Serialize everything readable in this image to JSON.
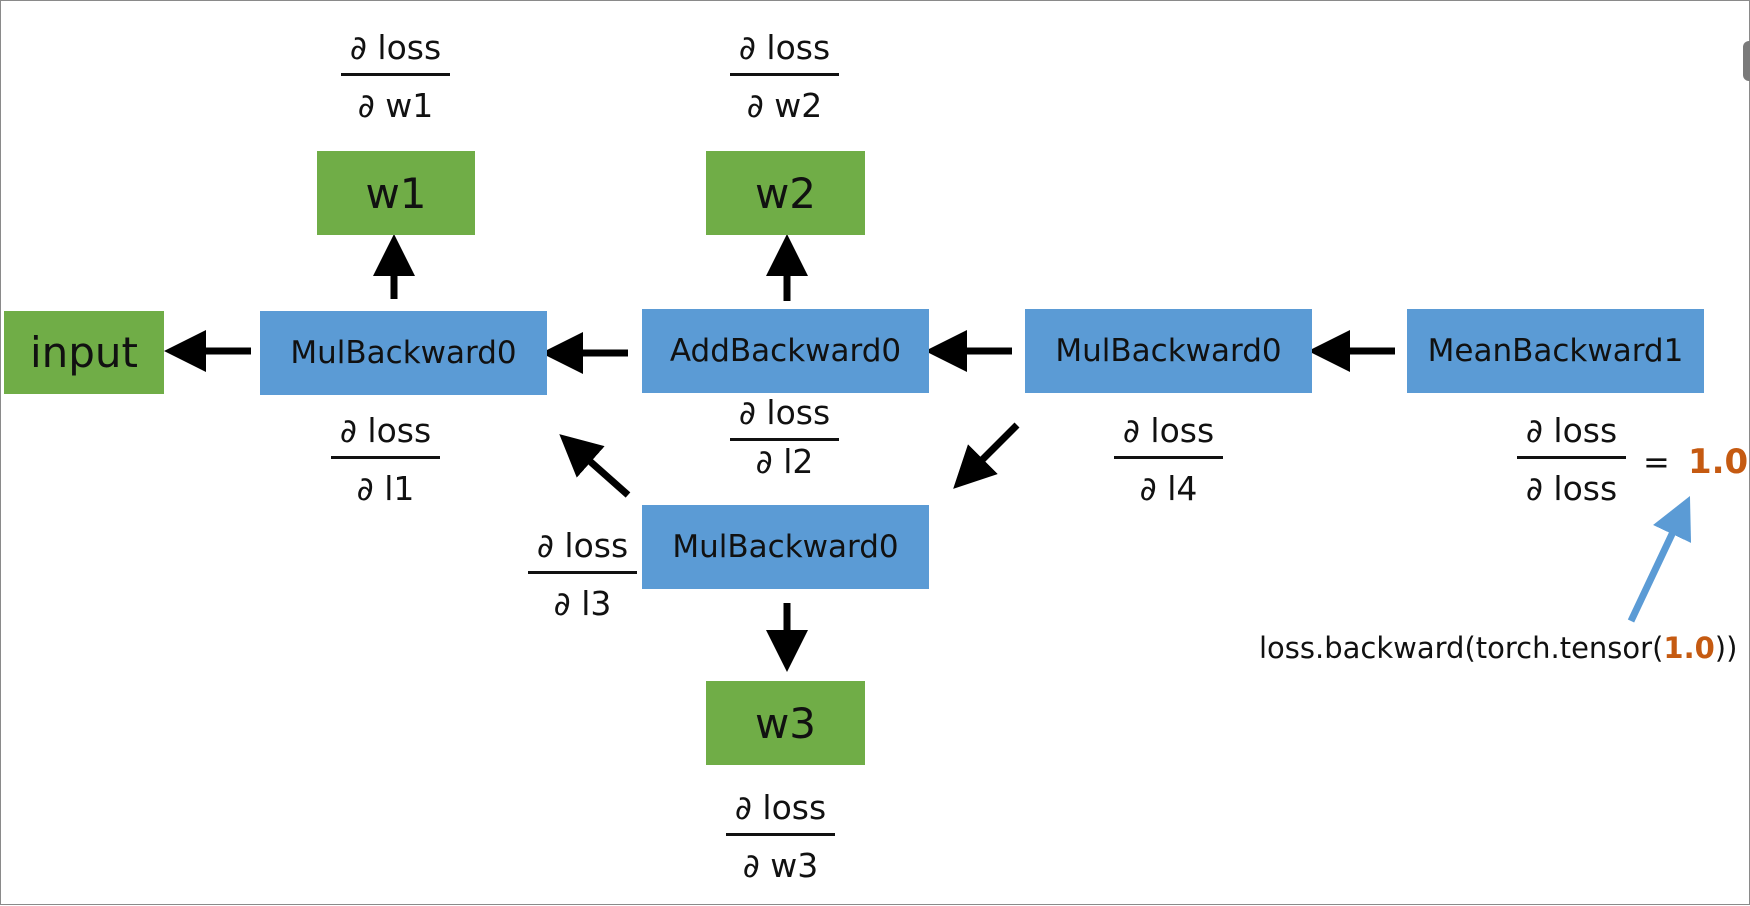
{
  "nodes": {
    "input": "input",
    "w1": "w1",
    "w2": "w2",
    "w3": "w3",
    "mul_backward_l1": "MulBackward0",
    "add_backward": "AddBackward0",
    "mul_backward_l4": "MulBackward0",
    "mean_backward": "MeanBackward1",
    "mul_backward_l3": "MulBackward0"
  },
  "gradients": {
    "w1": {
      "num": "∂ loss",
      "den": "∂ w1"
    },
    "w2": {
      "num": "∂ loss",
      "den": "∂ w2"
    },
    "w3": {
      "num": "∂ loss",
      "den": "∂ w3"
    },
    "l1": {
      "num": "∂ loss",
      "den": "∂ l1"
    },
    "l2": {
      "num": "∂ loss",
      "den": "∂ l2"
    },
    "l3": {
      "num": "∂ loss",
      "den": "∂ l3"
    },
    "l4": {
      "num": "∂ loss",
      "den": "∂ l4"
    },
    "loss": {
      "num": "∂ loss",
      "den": "∂ loss"
    }
  },
  "seed": {
    "equals": "=",
    "value": "1.0",
    "call_prefix": "loss.backward(torch.tensor(",
    "call_value": "1.0",
    "call_suffix": "))"
  },
  "colors": {
    "leaf_node": "#70ad47",
    "grad_fn_node": "#5b9bd5",
    "highlight": "#c55a11",
    "seed_arrow": "#5b9bd5",
    "arrow": "#000000"
  }
}
